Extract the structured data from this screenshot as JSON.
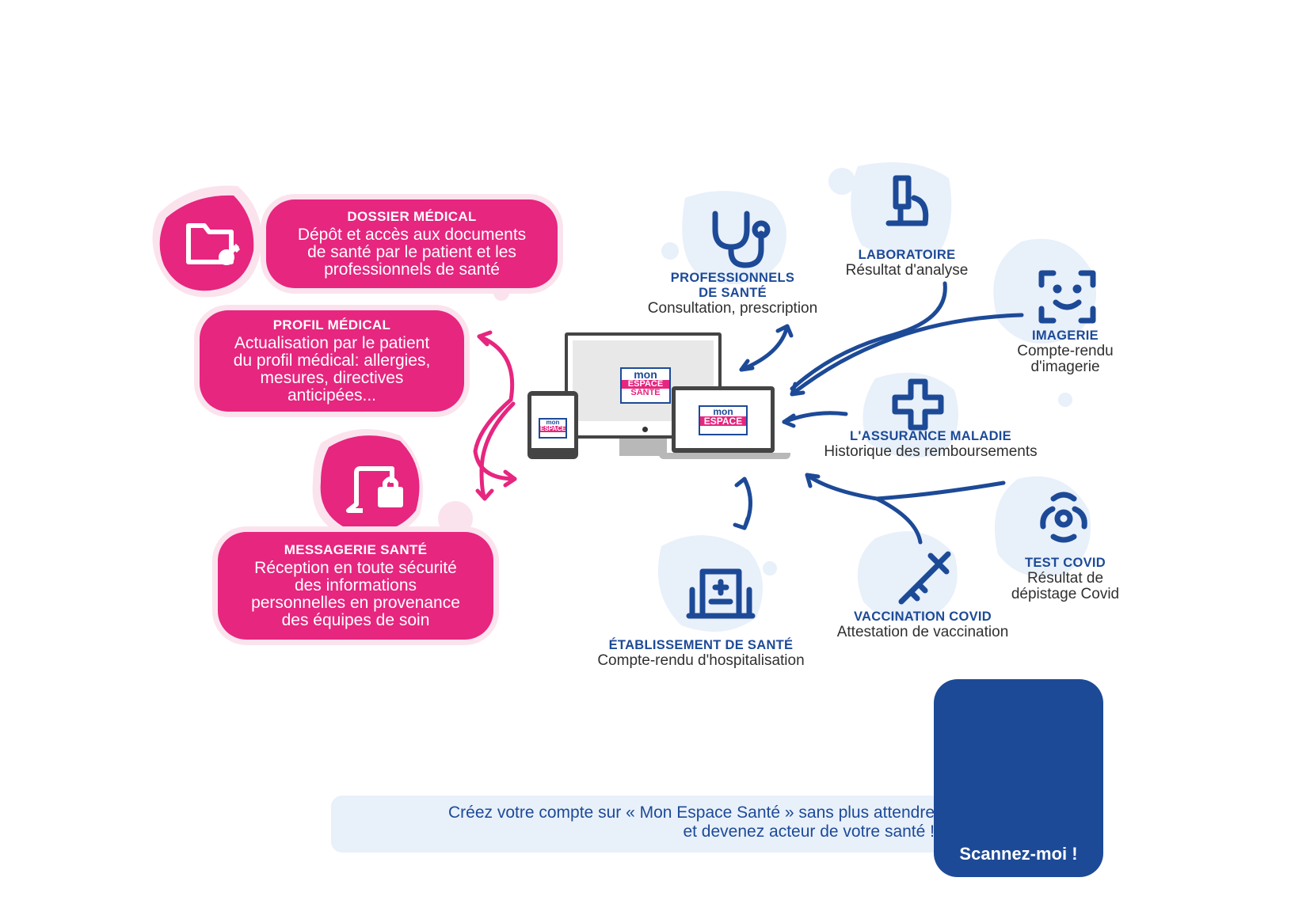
{
  "colors": {
    "pink": "#e6267f",
    "pink_light": "#fbe3ee",
    "blue": "#1d4a97",
    "blue_light": "#e8f0fa"
  },
  "left_cards": [
    {
      "title": "DOSSIER MÉDICAL",
      "lines": [
        "Dépôt et accès aux documents",
        "de santé par le patient et les",
        "professionnels de santé"
      ],
      "icon": "folder-key-icon"
    },
    {
      "title": "PROFIL MÉDICAL",
      "lines": [
        "Actualisation par le patient",
        "du profil médical: allergies,",
        "mesures, directives",
        "anticipées..."
      ],
      "icon": ""
    },
    {
      "title": "MESSAGERIE SANTÉ",
      "lines": [
        "Réception en toute sécurité",
        "des informations",
        "personnelles en provenance",
        "des équipes de soin"
      ],
      "icon": "message-lock-icon"
    }
  ],
  "devices": {
    "logo_line1": "mon",
    "logo_line2": "ESPACE",
    "logo_line3": "SANTÉ"
  },
  "sources": [
    {
      "key": "professionnels",
      "title_lines": [
        "PROFESSIONNELS",
        "DE SANTÉ"
      ],
      "desc_lines": [
        "Consultation, prescription"
      ],
      "icon": "stethoscope-icon"
    },
    {
      "key": "laboratoire",
      "title_lines": [
        "LABORATOIRE"
      ],
      "desc_lines": [
        "Résultat d'analyse"
      ],
      "icon": "microscope-icon"
    },
    {
      "key": "imagerie",
      "title_lines": [
        "IMAGERIE"
      ],
      "desc_lines": [
        "Compte-rendu",
        "d'imagerie"
      ],
      "icon": "face-scan-icon"
    },
    {
      "key": "assurance",
      "title_lines": [
        "L'ASSURANCE MALADIE"
      ],
      "desc_lines": [
        "Historique des remboursements"
      ],
      "icon": "medical-cross-icon"
    },
    {
      "key": "testcovid",
      "title_lines": [
        "TEST COVID"
      ],
      "desc_lines": [
        "Résultat de",
        "dépistage Covid"
      ],
      "icon": "biohazard-icon"
    },
    {
      "key": "vaccination",
      "title_lines": [
        "VACCINATION COVID"
      ],
      "desc_lines": [
        "Attestation de vaccination"
      ],
      "icon": "syringe-icon"
    },
    {
      "key": "etablissement",
      "title_lines": [
        "ÉTABLISSEMENT DE SANTÉ"
      ],
      "desc_lines": [
        "Compte-rendu d'hospitalisation"
      ],
      "icon": "hospital-icon"
    }
  ],
  "bottom": {
    "line1": "Créez votre compte sur « Mon Espace Santé » sans plus attendre",
    "line2": "et devenez acteur de votre santé !",
    "qr_label": "Scannez-moi !"
  }
}
